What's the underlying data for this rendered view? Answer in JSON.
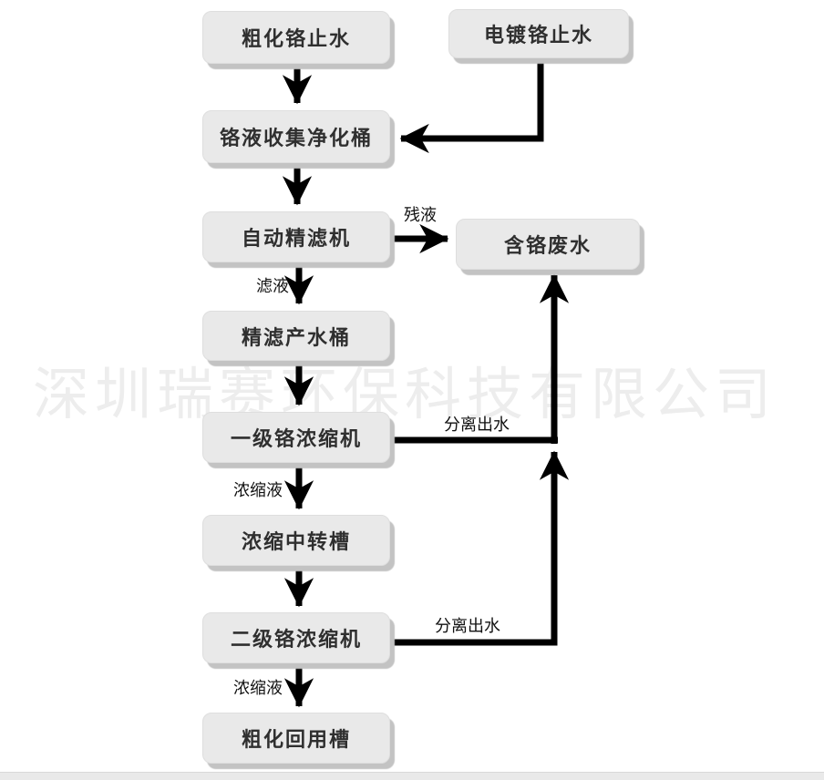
{
  "watermark": "深圳瑞赛环保科技有限公司",
  "nodes": {
    "rough_chrome_rinse": {
      "label": "粗化铬止水"
    },
    "plating_chrome_rinse": {
      "label": "电镀铬止水"
    },
    "collection_tank": {
      "label": "铬液收集净化桶"
    },
    "auto_filter": {
      "label": "自动精滤机"
    },
    "chrome_wastewater": {
      "label": "含铬废水"
    },
    "filtered_water_tank": {
      "label": "精滤产水桶"
    },
    "stage1_concentrator": {
      "label": "一级铬浓缩机"
    },
    "transfer_tank": {
      "label": "浓缩中转槽"
    },
    "stage2_concentrator": {
      "label": "二级铬浓缩机"
    },
    "rough_reuse_tank": {
      "label": "粗化回用槽"
    }
  },
  "edge_labels": {
    "residual": "残液",
    "filtrate": "滤液",
    "separated_water_1": "分离出水",
    "concentrate_1": "浓缩液",
    "separated_water_2": "分离出水",
    "concentrate_2": "浓缩液"
  },
  "edges": [
    {
      "from": "粗化铬止水",
      "to": "铬液收集净化桶",
      "label": ""
    },
    {
      "from": "电镀铬止水",
      "to": "铬液收集净化桶",
      "label": ""
    },
    {
      "from": "铬液收集净化桶",
      "to": "自动精滤机",
      "label": ""
    },
    {
      "from": "自动精滤机",
      "to": "含铬废水",
      "label": "残液"
    },
    {
      "from": "自动精滤机",
      "to": "精滤产水桶",
      "label": "滤液"
    },
    {
      "from": "精滤产水桶",
      "to": "一级铬浓缩机",
      "label": ""
    },
    {
      "from": "一级铬浓缩机",
      "to": "含铬废水",
      "label": "分离出水"
    },
    {
      "from": "一级铬浓缩机",
      "to": "浓缩中转槽",
      "label": "浓缩液"
    },
    {
      "from": "浓缩中转槽",
      "to": "二级铬浓缩机",
      "label": ""
    },
    {
      "from": "二级铬浓缩机",
      "to": "含铬废水",
      "label": "分离出水"
    },
    {
      "from": "二级铬浓缩机",
      "to": "粗化回用槽",
      "label": "浓缩液"
    }
  ],
  "colors": {
    "box_fill": "#e9e9e9",
    "box_shadow": "#c3c3c3",
    "arrow": "#000000",
    "watermark": "#ededed",
    "background": "#ffffff",
    "bottom_bar": "#e9e9e9"
  }
}
